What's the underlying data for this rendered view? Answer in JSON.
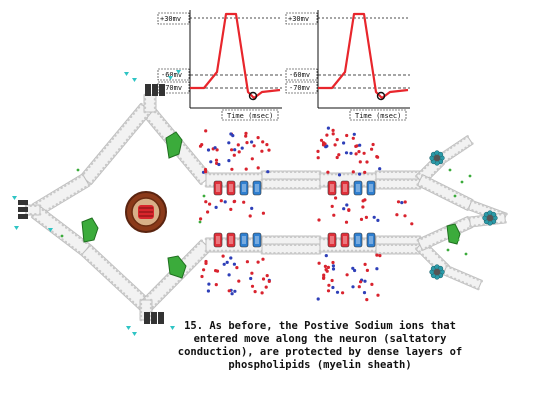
{
  "graphs": [
    {
      "ticks": {
        "top": "+30mv",
        "mid": "-60mv",
        "rest": "-70mv"
      },
      "xlabel": "Time (msec)"
    },
    {
      "ticks": {
        "top": "+30mv",
        "mid": "-60mv",
        "rest": "-70mv"
      },
      "xlabel": "Time (msec)"
    }
  ],
  "caption": "15. As before, the Postive Sodium ions that entered move along the neuron (saltatory conduction), are protected by dense layers of phospholipids (myelin sheath)",
  "colors": {
    "trace": "#e8262c",
    "sodium_ion": "#d9232e",
    "potassium_ion": "#2e3fb8",
    "channel_red": "#e0303a",
    "channel_blue": "#2f7fd0",
    "membrane": "#bdbdbd",
    "protein_green": "#3bab3b",
    "nucleus": "#8b3a1a",
    "marker_cyan": "#2ec4c4"
  }
}
